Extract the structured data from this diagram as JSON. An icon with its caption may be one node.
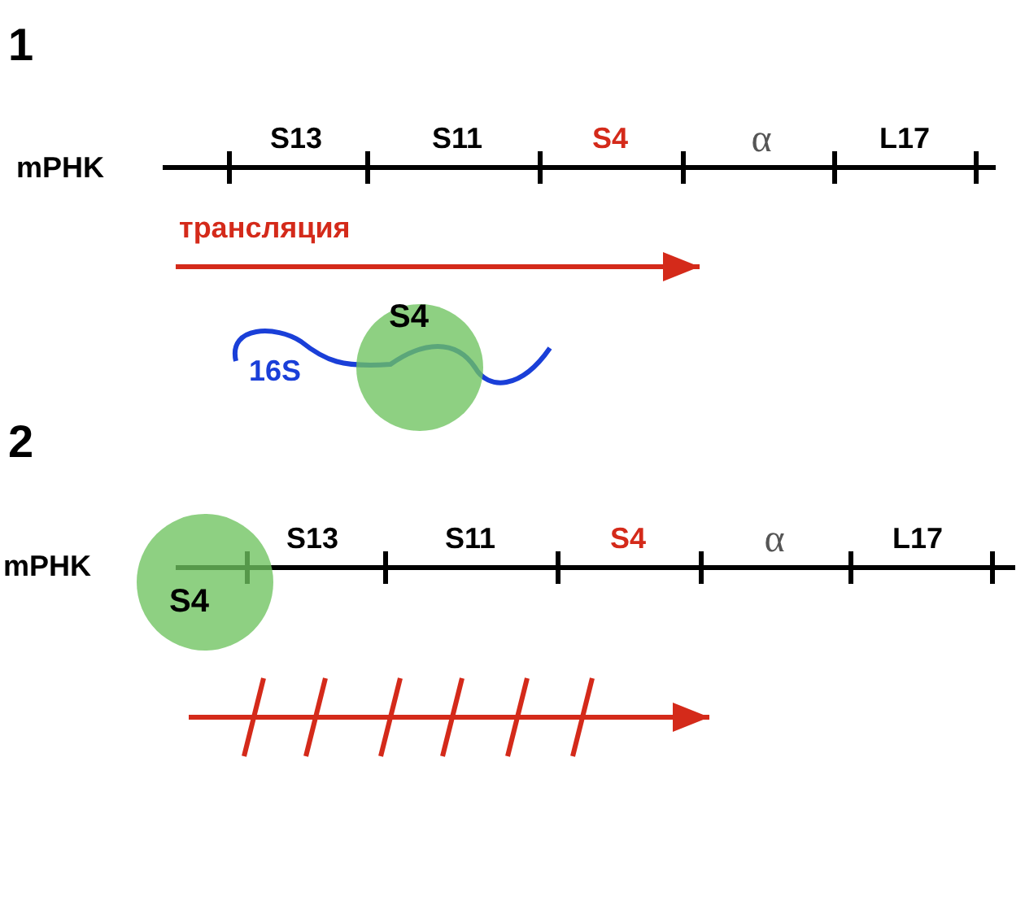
{
  "diagram": {
    "nodes": [
      {
        "text": [
          "S4"
        ]
      },
      {
        "text": [
          "S4"
        ]
      }
    ],
    "labels": [
      "1",
      "mPHK",
      "S13",
      "S11",
      "S4",
      "α",
      "L17",
      "трансляция",
      "16S",
      "2",
      "mPHK",
      "S13",
      "S11",
      "S4",
      "α",
      "L17"
    ]
  }
}
